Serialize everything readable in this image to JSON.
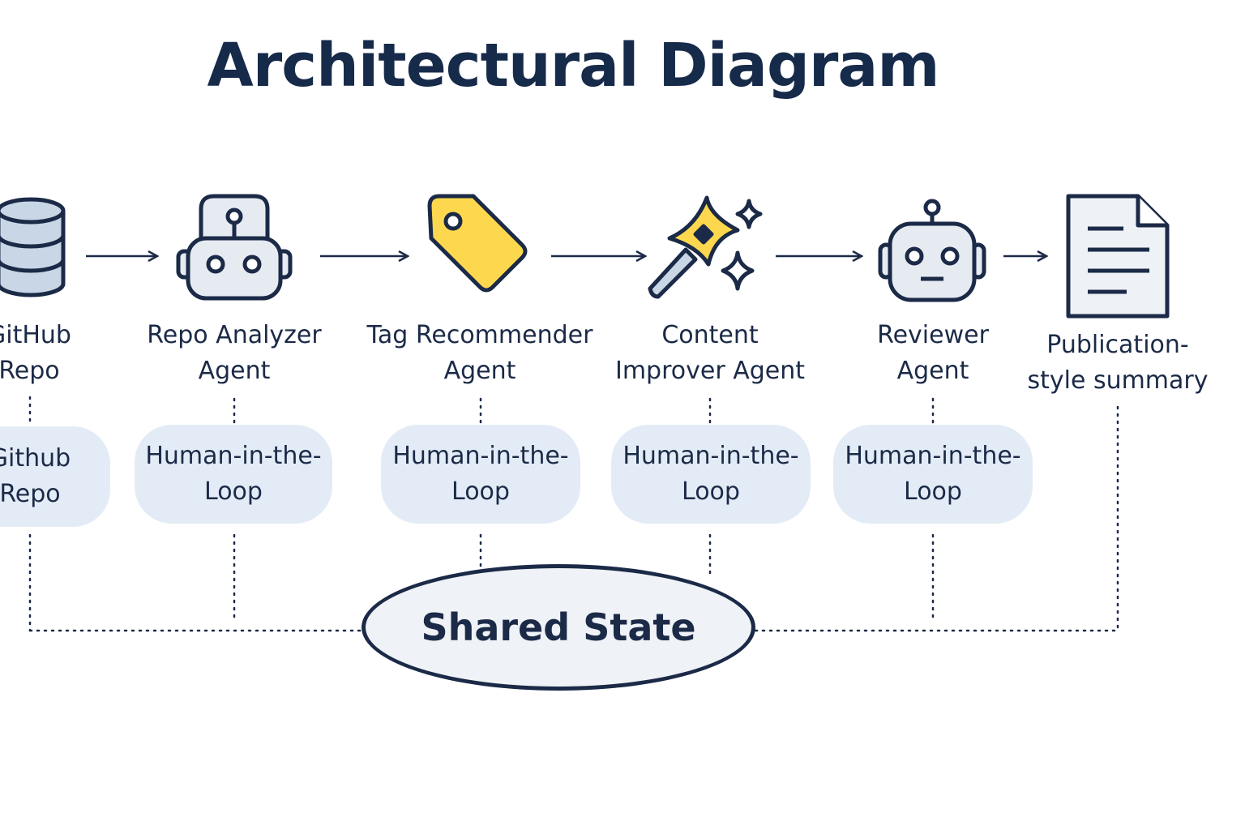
{
  "title": "Architectural Diagram",
  "nodes": [
    {
      "id": "github",
      "icon": "database-icon",
      "label": [
        "GitHub",
        "Repo"
      ],
      "hitl": [
        "Github",
        "Repo"
      ]
    },
    {
      "id": "analyzer",
      "icon": "robot-icon",
      "label": [
        "Repo Analyzer",
        "Agent"
      ],
      "hitl": [
        "Human-in-the-",
        "Loop"
      ]
    },
    {
      "id": "tagger",
      "icon": "tag-icon",
      "label": [
        "Tag Recommender",
        "Agent"
      ],
      "hitl": [
        "Human-in-the-",
        "Loop"
      ]
    },
    {
      "id": "improver",
      "icon": "magic-wand-icon",
      "label": [
        "Content",
        "Improver Agent"
      ],
      "hitl": [
        "Human-in-the-",
        "Loop"
      ]
    },
    {
      "id": "reviewer",
      "icon": "robot-icon",
      "label": [
        "Reviewer",
        "Agent"
      ],
      "hitl": [
        "Human-in-the-",
        "Loop"
      ]
    },
    {
      "id": "summary",
      "icon": "document-icon",
      "label": [
        "Publication-",
        "style summary"
      ]
    }
  ],
  "shared_state": "Shared State",
  "colors": {
    "ink": "#1b2a47",
    "hitl_fill": "#e3ecf6",
    "tag_yellow": "#fdd84e",
    "icon_fill": "#e6ebf2",
    "shared_fill": "#eff2f6"
  }
}
